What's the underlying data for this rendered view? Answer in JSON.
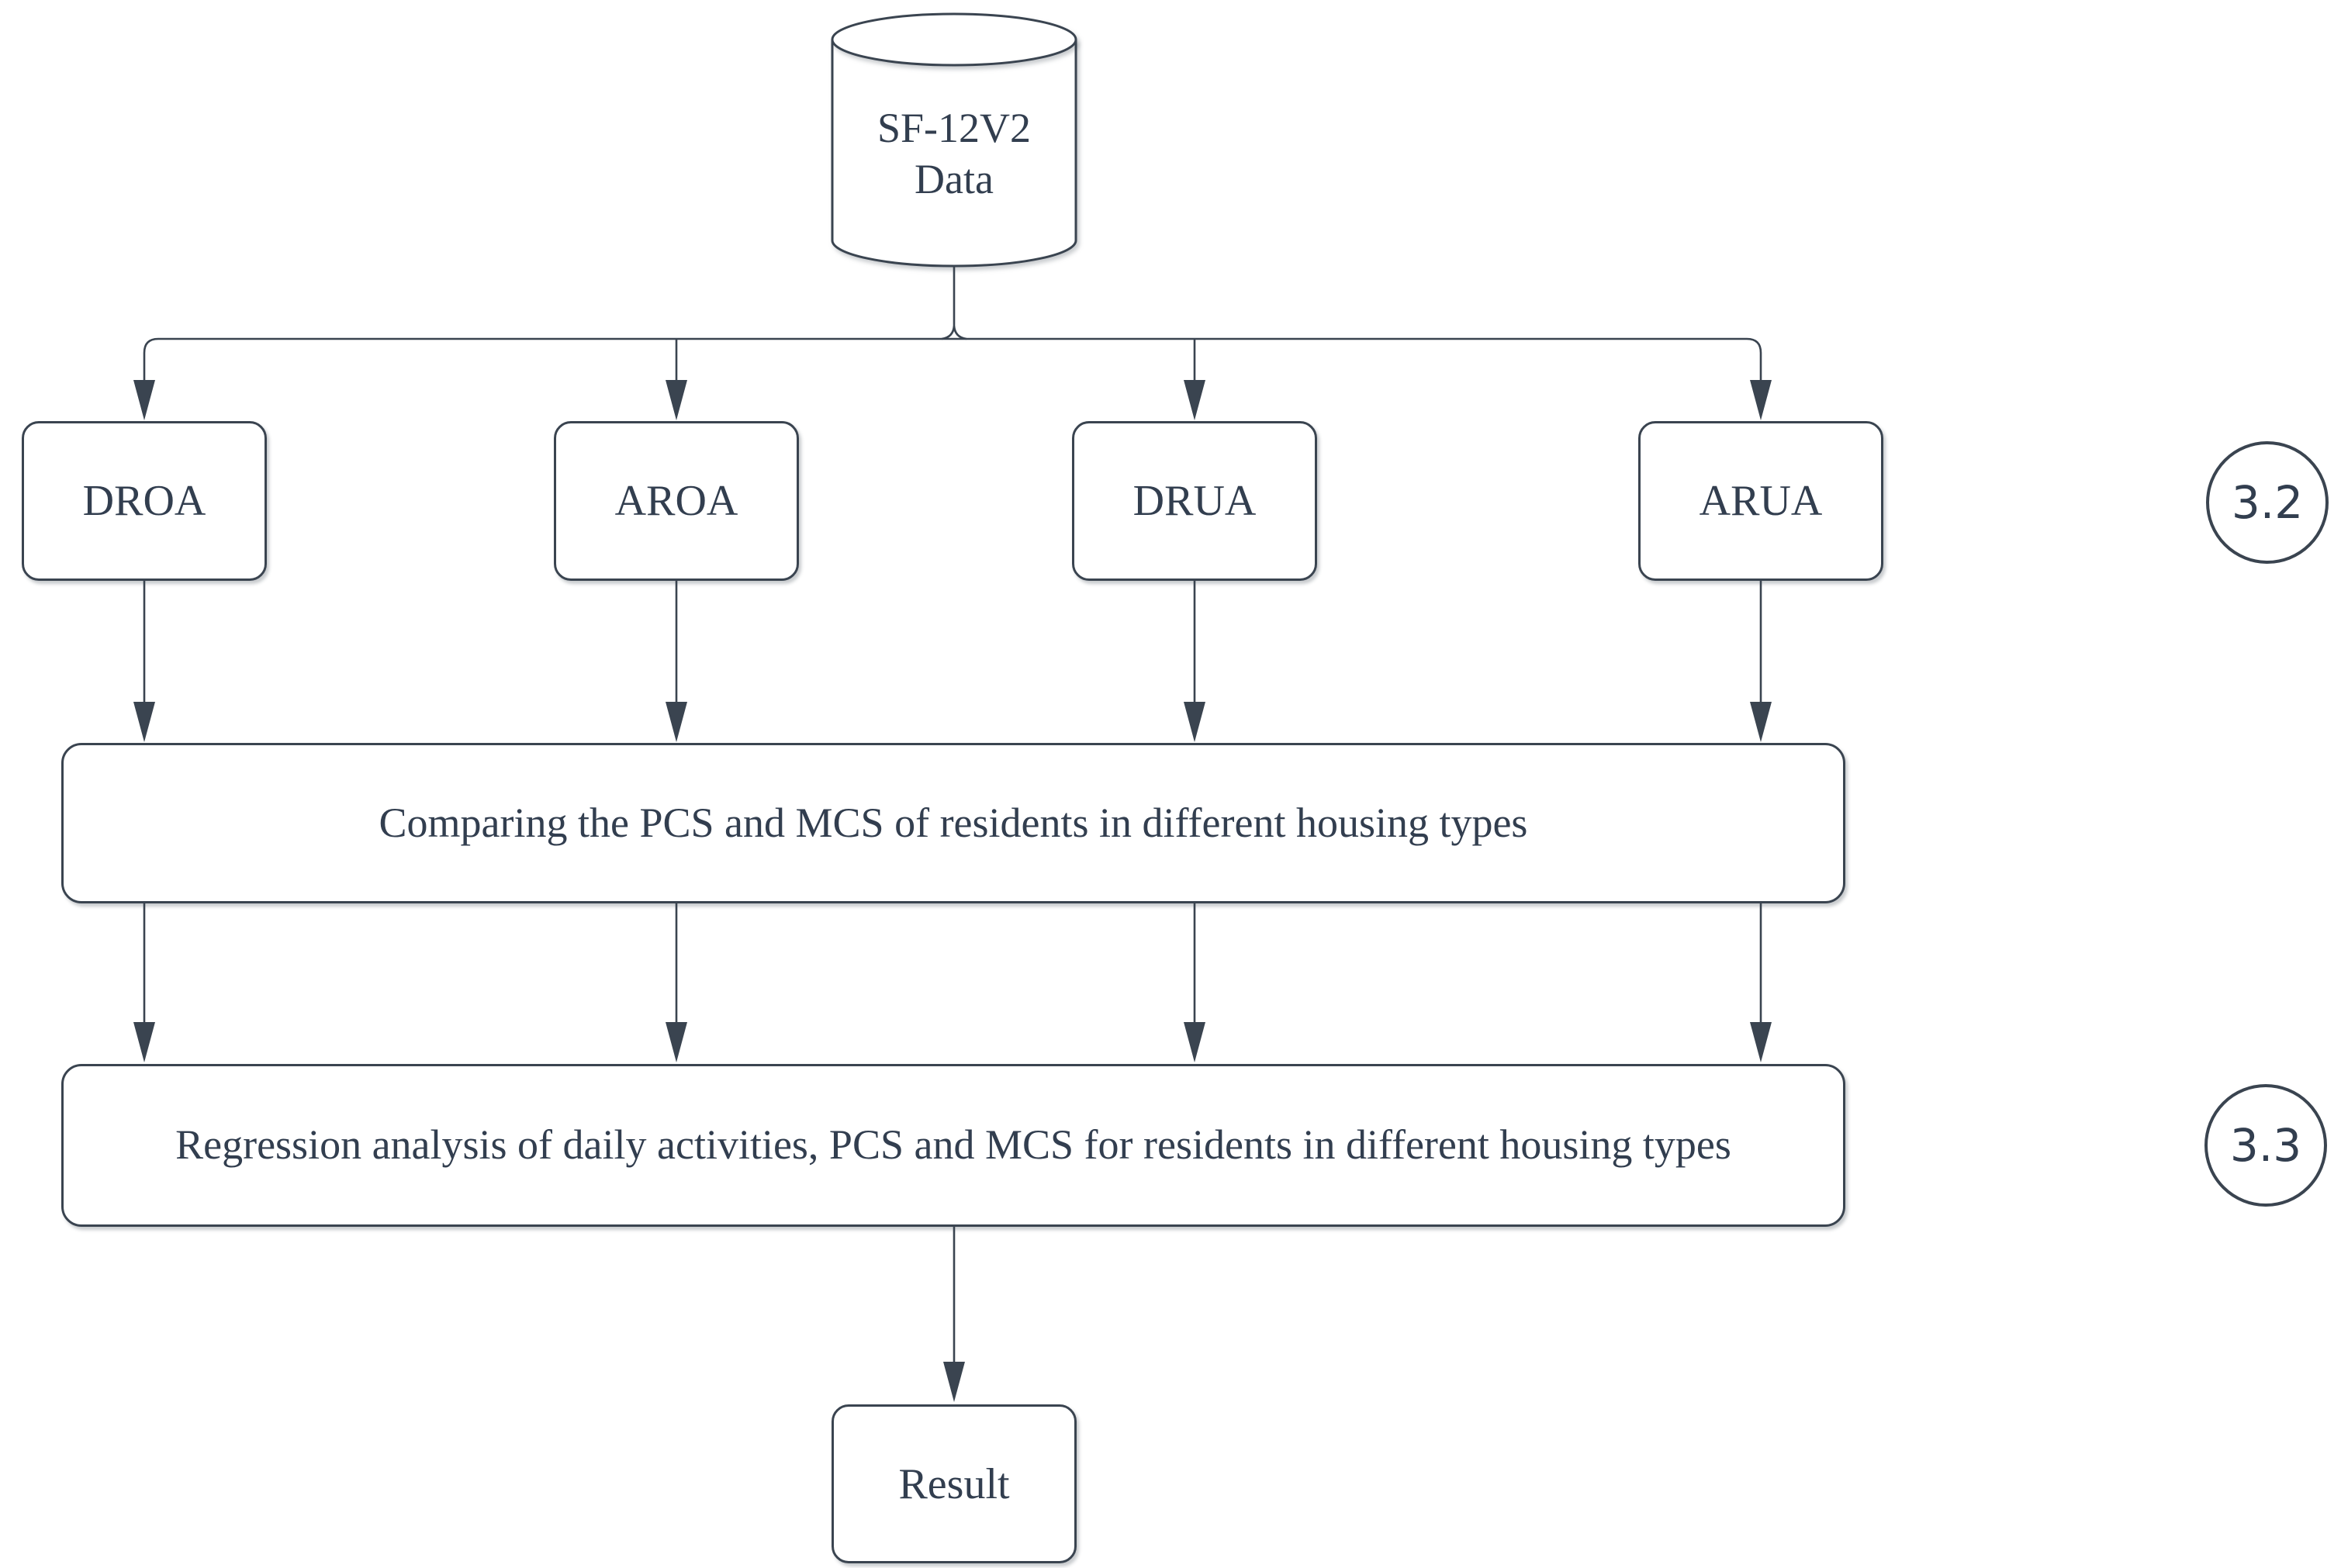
{
  "diagram": {
    "database": {
      "line1": "SF-12V2",
      "line2": "Data"
    },
    "branches": [
      {
        "label": "DROA"
      },
      {
        "label": "AROA"
      },
      {
        "label": "DRUA"
      },
      {
        "label": "ARUA"
      }
    ],
    "steps": [
      {
        "label": "Comparing the PCS and MCS of residents in different housing types",
        "badge": "3.2"
      },
      {
        "label": "Regression analysis of daily activities, PCS and MCS for residents in different housing types",
        "badge": "3.3"
      }
    ],
    "result": {
      "label": "Result"
    },
    "colors": {
      "stroke": "#3A4450",
      "text": "#323E4F",
      "background": "#FFFFFF"
    }
  }
}
